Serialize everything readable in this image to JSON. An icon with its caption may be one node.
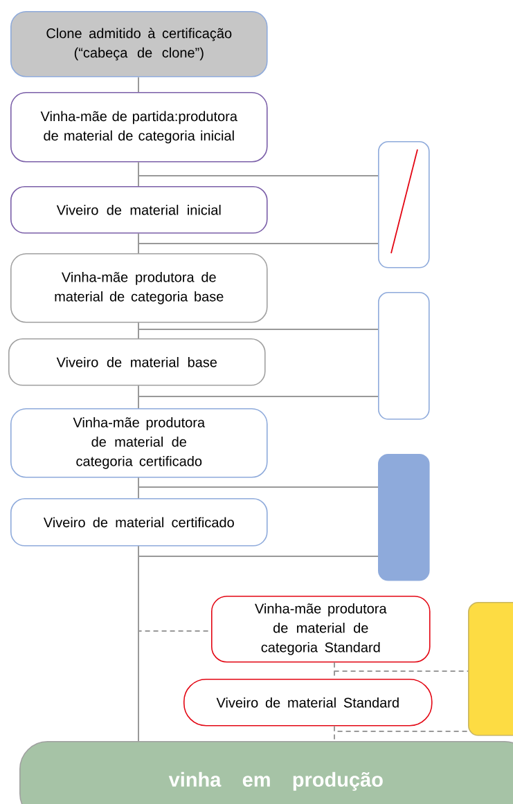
{
  "diagram": {
    "nodes": [
      {
        "text": [
          "Clone admitido à certificação (“cabeça de clone”)"
        ]
      },
      {
        "text": [
          "Vinha-mãe de partida:produtora de material de categoria inicial"
        ]
      },
      {
        "text": [
          "Viveiro de material inicial"
        ]
      },
      {
        "text": [
          "Vinha-mãe produtora de material de categoria base"
        ]
      },
      {
        "text": [
          "Viveiro de material base"
        ]
      },
      {
        "text": [
          "Vinha-mãe produtora de material de categoria certificado"
        ]
      },
      {
        "text": [
          "Viveiro de material certificado"
        ]
      },
      {
        "text": [
          "Vinha-mãe produtora de material de categoria Standard"
        ]
      },
      {
        "text": [
          "Viveiro de material Standard"
        ]
      },
      {
        "text": [
          "vinha em produção"
        ]
      },
      {
        "text": [],
        "shape": "box"
      },
      {
        "text": [],
        "shape": "box"
      },
      {
        "text": [],
        "shape": "box"
      },
      {
        "text": [],
        "shape": "box"
      }
    ],
    "edges": [
      {
        "from": 0,
        "to": 1,
        "arrow": "none"
      },
      {
        "from": 1,
        "to": 2,
        "arrow": "none"
      },
      {
        "from": 2,
        "to": 3,
        "arrow": "none"
      },
      {
        "from": 3,
        "to": 4,
        "arrow": "none"
      },
      {
        "from": 4,
        "to": 5,
        "arrow": "none"
      },
      {
        "from": 5,
        "to": 6,
        "arrow": "none"
      },
      {
        "from": 1,
        "to": 10,
        "arrow": "none"
      },
      {
        "from": 2,
        "to": 10,
        "arrow": "none"
      },
      {
        "from": 3,
        "to": 11,
        "arrow": "none"
      },
      {
        "from": 4,
        "to": 11,
        "arrow": "none"
      },
      {
        "from": 5,
        "to": 12,
        "arrow": "none"
      },
      {
        "from": 6,
        "to": 12,
        "arrow": "none"
      },
      {
        "from": 6,
        "to": 7,
        "arrow": "none",
        "style": "dashed"
      },
      {
        "from": 6,
        "to": 9,
        "arrow": "none"
      },
      {
        "from": 7,
        "to": 8,
        "arrow": "none",
        "style": "dashed"
      },
      {
        "from": 7,
        "to": 13,
        "arrow": "none",
        "style": "dashed"
      },
      {
        "from": 8,
        "to": 9,
        "arrow": "none",
        "style": "dashed"
      },
      {
        "from": 8,
        "to": 13,
        "arrow": "none",
        "style": "dashed"
      }
    ]
  }
}
